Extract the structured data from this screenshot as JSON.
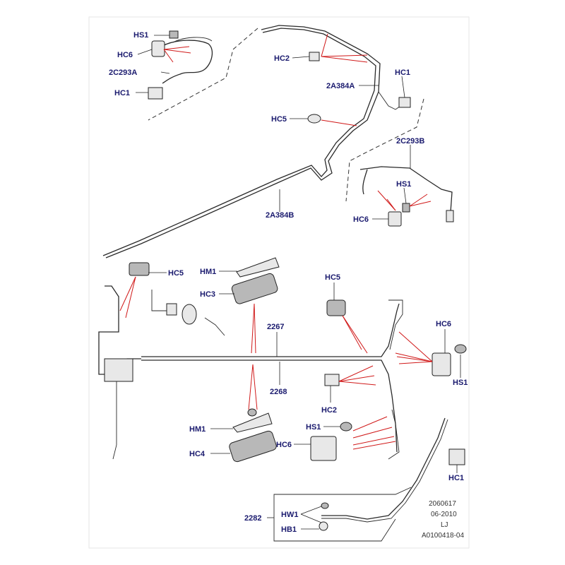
{
  "labels": {
    "hs1_a": "HS1",
    "hc6_a": "HC6",
    "c2293a": "2C293A",
    "hc1_a": "HC1",
    "hc2_a": "HC2",
    "a384a": "2A384A",
    "hc1_b": "HC1",
    "hc5_a": "HC5",
    "c2293b": "2C293B",
    "hs1_b": "HS1",
    "hc6_b": "HC6",
    "a384b": "2A384B",
    "hc5_b": "HC5",
    "hm1_a": "HM1",
    "hc3": "HC3",
    "hc5_c": "HC5",
    "p2267": "2267",
    "hc6_c": "HC6",
    "hs1_c": "HS1",
    "p2268": "2268",
    "hc2_b": "HC2",
    "hs1_d": "HS1",
    "hm1_b": "HM1",
    "hc6_d": "HC6",
    "hc4": "HC4",
    "hc1_c": "HC1",
    "p2282": "2282",
    "hw1": "HW1",
    "hb1": "HB1"
  },
  "footer": {
    "code": "2060617",
    "date": "06-2010",
    "initials": "LJ",
    "ref": "A0100418-04"
  }
}
